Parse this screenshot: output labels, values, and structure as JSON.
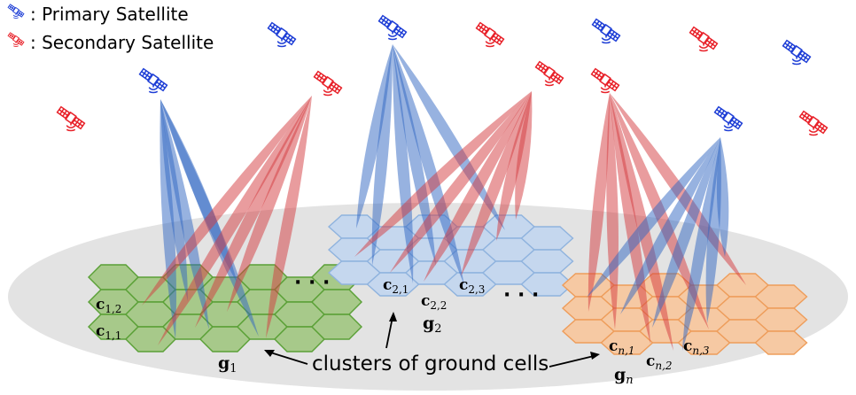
{
  "legend": {
    "primary_label": ": Primary Satellite",
    "secondary_label": ": Secondary Satellite"
  },
  "colors": {
    "primary": "#1f3fd6",
    "secondary": "#e8222a",
    "primary_beam": "#2f66c2",
    "secondary_beam": "#d43a3e",
    "cluster_1_fill": "#a7c98a",
    "cluster_1_stroke": "#5aa036",
    "cluster_2_fill": "#c5d7ee",
    "cluster_2_stroke": "#8fb3de",
    "cluster_3_fill": "#f6c9a3",
    "cluster_3_stroke": "#ee9d5b",
    "ground": "#e3e3e3"
  },
  "clusters": [
    {
      "name": "g",
      "sub": "1",
      "cells": [
        {
          "c": "c",
          "sub": "1,2"
        },
        {
          "c": "c",
          "sub": "1,1"
        }
      ]
    },
    {
      "name": "g",
      "sub": "2",
      "cells": [
        {
          "c": "c",
          "sub": "2,1"
        },
        {
          "c": "c",
          "sub": "2,2"
        },
        {
          "c": "c",
          "sub": "2,3"
        }
      ]
    },
    {
      "name": "g",
      "sub": "n",
      "cells": [
        {
          "c": "c",
          "sub": "n,1"
        },
        {
          "c": "c",
          "sub": "n,2"
        },
        {
          "c": "c",
          "sub": "n,3"
        }
      ]
    }
  ],
  "ellipsis": "· · ·",
  "annotation": "clusters of ground cells",
  "icons": {
    "satellite": "satellite-icon"
  }
}
